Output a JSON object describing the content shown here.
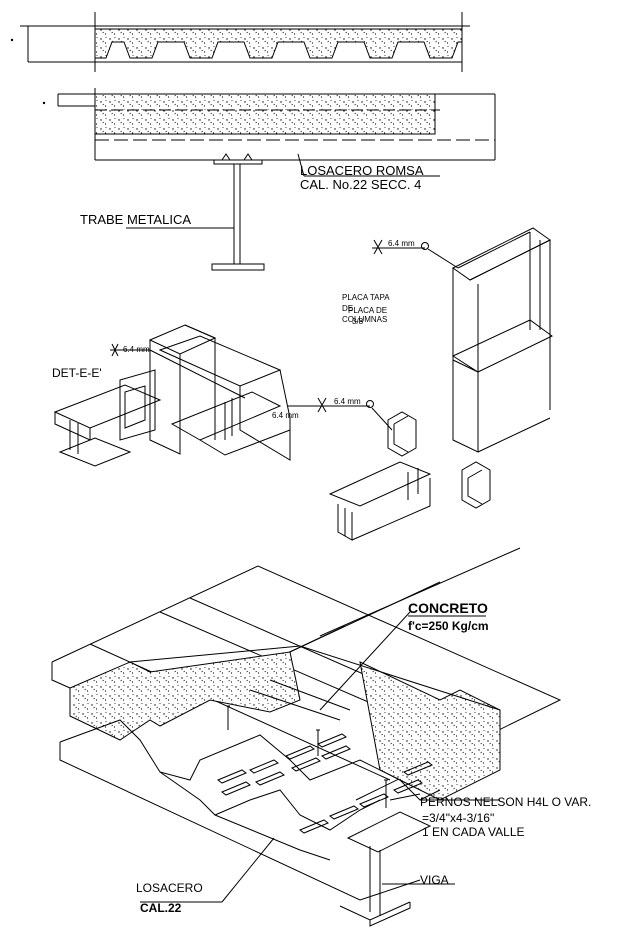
{
  "section_a": {
    "deck_label_line1": "LOSACERO ROMSA",
    "deck_label_line2": "CAL. No.22 SECC. 4",
    "beam_label": "TRABE METALICA"
  },
  "details": {
    "detail_label": "DET-E-E'",
    "weld_note": "6.4 mm",
    "plate_note_line1": "PLACA TAPA",
    "plate_note_line2": "DE",
    "plate_note_line3": "COLUMNAS",
    "plate_note_overlap": "PLACA DE",
    "plate_note_overlap2": "3/8"
  },
  "isometric": {
    "concrete_title": "CONCRETO",
    "concrete_strength": "f'c=250 Kg/cm",
    "studs_line1": "PERNOS NELSON H4L O VAR.",
    "studs_line2": "=3/4\"x4-3/16\"",
    "studs_line3": "1 EN CADA VALLE",
    "deck_label": "LOSACERO",
    "deck_gauge": "CAL.22",
    "beam_label": "VIGA"
  }
}
